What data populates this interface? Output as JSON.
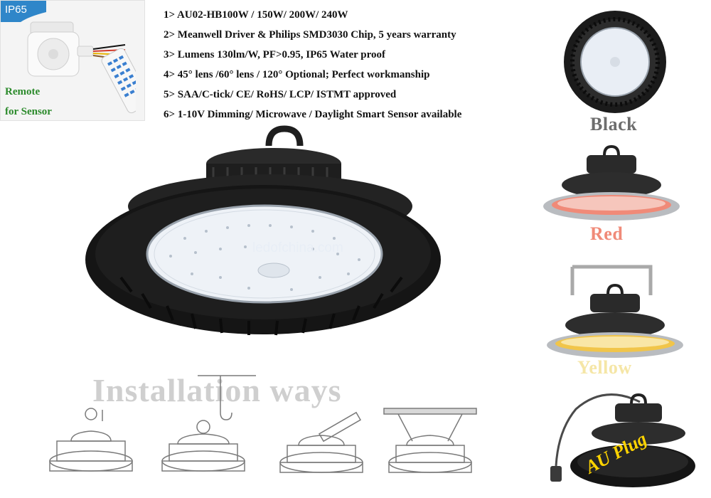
{
  "sensor_box": {
    "badge": "IP65",
    "caption_line1": "Remote",
    "caption_line2": "for Sensor"
  },
  "specs": [
    "1> AU02-HB100W / 150W/ 200W/ 240W",
    "2> Meanwell Driver & Philips SMD3030 Chip, 5 years warranty",
    "3> Lumens 130lm/W, PF>0.95, IP65 Water proof",
    "4> 45° lens /60° lens / 120° Optional; Perfect workmanship",
    "5> SAA/C-tick/ CE/ RoHS/ LCP/ ISTMT approved",
    "6> 1-10V Dimming/ Microwave / Daylight Smart Sensor available"
  ],
  "watermark": "ledofchina.com",
  "color_options": {
    "black": "Black",
    "red": "Red",
    "yellow": "Yellow",
    "plug_label": "AU Plug"
  },
  "installation_title": "Installation ways",
  "colors": {
    "housing": "#1e1e1e",
    "led_panel": "#eef2f7",
    "label_black": "#6d6d6d",
    "label_red": "#f08a78",
    "label_yellow": "#f5e6a6",
    "badge_blue": "#2f86c9",
    "caption_green": "#2b8a2b"
  }
}
